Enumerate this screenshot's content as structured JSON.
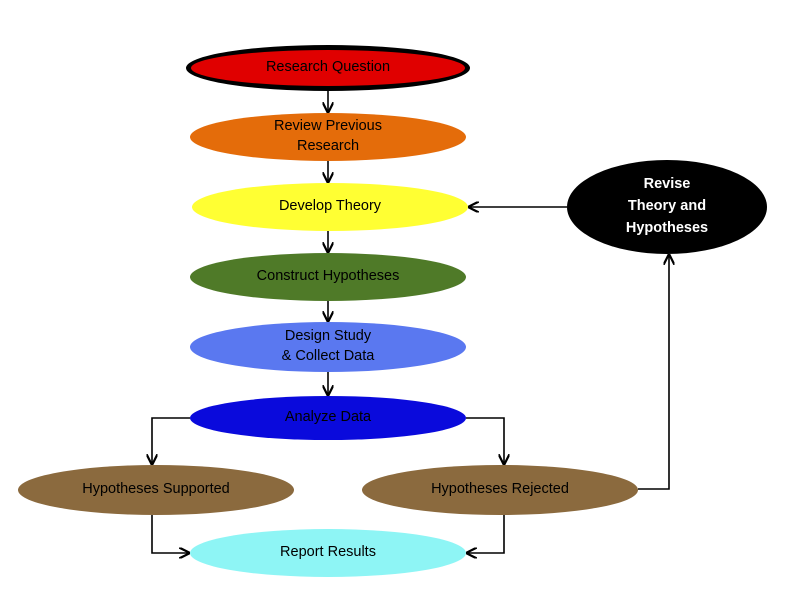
{
  "nodes": {
    "research_question": {
      "label": "Research Question",
      "fill": "#e00000",
      "text_color": "#000000"
    },
    "review_previous": {
      "label": "Review Previous\nResearch",
      "fill": "#e46c0a",
      "text_color": "#000000"
    },
    "develop_theory": {
      "label": "Develop Theory",
      "fill": "#ffff33",
      "text_color": "#000000"
    },
    "construct_hypotheses": {
      "label": "Construct Hypotheses",
      "fill": "#4f7a28",
      "text_color": "#000000"
    },
    "design_study": {
      "label": "Design Study\n& Collect Data",
      "fill": "#5a78f0",
      "text_color": "#000000"
    },
    "analyze_data": {
      "label": "Analyze Data",
      "fill": "#0a0adc",
      "text_color": "#000000"
    },
    "hypotheses_supported": {
      "label": "Hypotheses Supported",
      "fill": "#8b6a3e",
      "text_color": "#000000"
    },
    "hypotheses_rejected": {
      "label": "Hypotheses Rejected",
      "fill": "#8b6a3e",
      "text_color": "#000000"
    },
    "report_results": {
      "label": "Report Results",
      "fill": "#8ef5f5",
      "text_color": "#000000"
    },
    "revise": {
      "label": "Revise\nTheory and\nHypotheses",
      "fill": "#000000",
      "text_color": "#ffffff"
    }
  },
  "edges": [
    {
      "from": "research_question",
      "to": "review_previous"
    },
    {
      "from": "review_previous",
      "to": "develop_theory"
    },
    {
      "from": "develop_theory",
      "to": "construct_hypotheses"
    },
    {
      "from": "construct_hypotheses",
      "to": "design_study"
    },
    {
      "from": "design_study",
      "to": "analyze_data"
    },
    {
      "from": "analyze_data",
      "to": "hypotheses_supported"
    },
    {
      "from": "analyze_data",
      "to": "hypotheses_rejected"
    },
    {
      "from": "hypotheses_supported",
      "to": "report_results"
    },
    {
      "from": "hypotheses_rejected",
      "to": "report_results"
    },
    {
      "from": "hypotheses_rejected",
      "to": "revise"
    },
    {
      "from": "revise",
      "to": "develop_theory"
    }
  ]
}
